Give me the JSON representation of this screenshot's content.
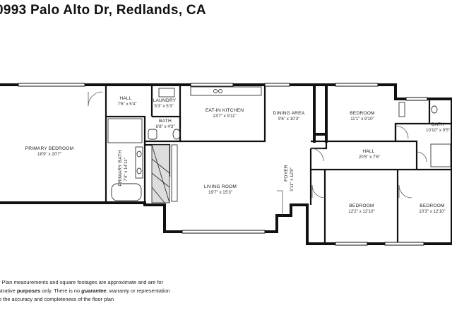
{
  "title": "0993 Palo Alto Dr, Redlands, CA",
  "rooms": {
    "primary_bedroom": {
      "name": "PRIMARY BEDROOM",
      "dim": "18'9\" x 20'7\""
    },
    "hall_1": {
      "name": "HALL",
      "dim": "7'6\" x 5'4\""
    },
    "laundry": {
      "name": "LAUNDRY",
      "dim": "5'3\" x 5'3\""
    },
    "bath_1": {
      "name": "BATH",
      "dim": "6'8\" x 4'3\""
    },
    "primary_bath": {
      "name": "PRIMARY BATH",
      "dim": "7'4\" x 14'11\""
    },
    "kitchen": {
      "name": "EAT-IN KITCHEN",
      "dim": "13'7\" x 9'11\""
    },
    "dining": {
      "name": "DINING AREA",
      "dim": "9'6\" x 10'3\""
    },
    "living": {
      "name": "LIVING ROOM",
      "dim": "19'7\" x 15'3\""
    },
    "foyer": {
      "name": "FOYER",
      "dim": "5'11\" x 12'8\""
    },
    "bedroom_1": {
      "name": "BEDROOM",
      "dim": "11'1\" x 9'10\""
    },
    "bath_2": {
      "name": "BATH",
      "dim": "10'10\" x 9'5\""
    },
    "hall_2": {
      "name": "HALL",
      "dim": "20'5\" x 7'6\""
    },
    "bedroom_2": {
      "name": "BEDROOM",
      "dim": "12'2\" x 12'10\""
    },
    "bedroom_3": {
      "name": "BEDROOM",
      "dim": "10'3\" x 12'10\""
    }
  },
  "disclaimer": {
    "line1": "r Plan measurements and square footages are approximate and are for",
    "line2_a": "strative ",
    "line2_b": "purposes",
    "line2_c": " only. There is no ",
    "line2_d": "guarantee",
    "line2_e": ", warranty or representation",
    "line3": "o the accuracy and completeness of the floor plan"
  }
}
